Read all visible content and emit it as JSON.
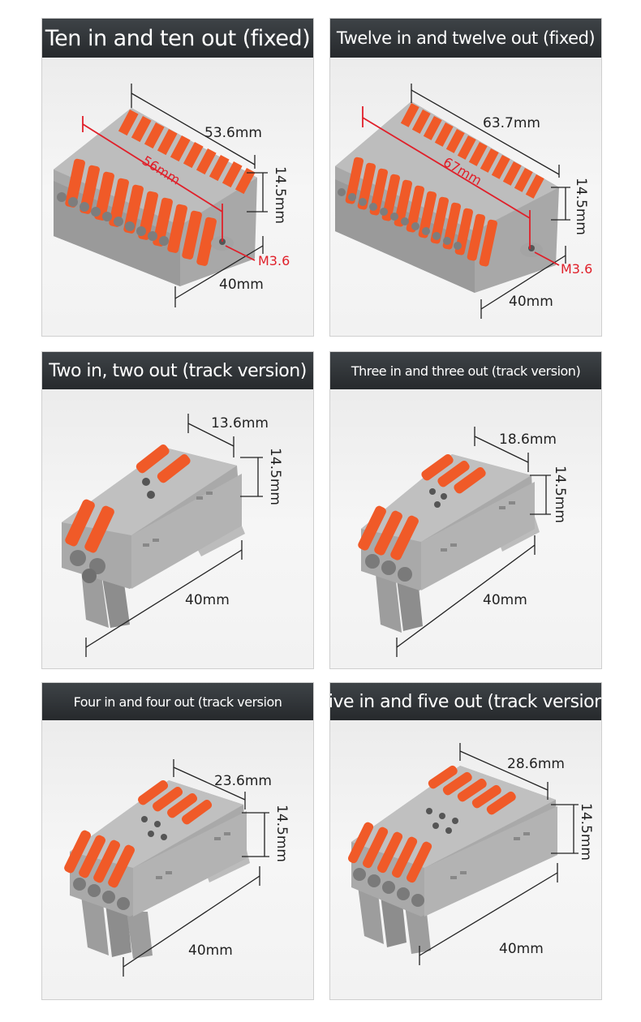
{
  "colors": {
    "header_bg": "#2b2f32",
    "housing": "#a9a9a9",
    "lever": "#f05a28",
    "dimension_red": "#e0202a"
  },
  "panels": [
    {
      "title": "Ten in and ten out (fixed)",
      "length": "53.6mm",
      "height": "14.5mm",
      "width": "40mm",
      "diagonal": "56mm",
      "hole": "M3.6"
    },
    {
      "title": "Twelve in and twelve out (fixed)",
      "length": "63.7mm",
      "height": "14.5mm",
      "width": "40mm",
      "diagonal": "67mm",
      "hole": "M3.6"
    },
    {
      "title": "Two in, two out (track version)",
      "length": "13.6mm",
      "height": "14.5mm",
      "width": "40mm"
    },
    {
      "title": "Three in and three out (track version)",
      "length": "18.6mm",
      "height": "14.5mm",
      "width": "40mm"
    },
    {
      "title": "Four in and four out (track version",
      "length": "23.6mm",
      "height": "14.5mm",
      "width": "40mm"
    },
    {
      "title": "Five in and five out (track version)",
      "length": "28.6mm",
      "height": "14.5mm",
      "width": "40mm"
    }
  ]
}
